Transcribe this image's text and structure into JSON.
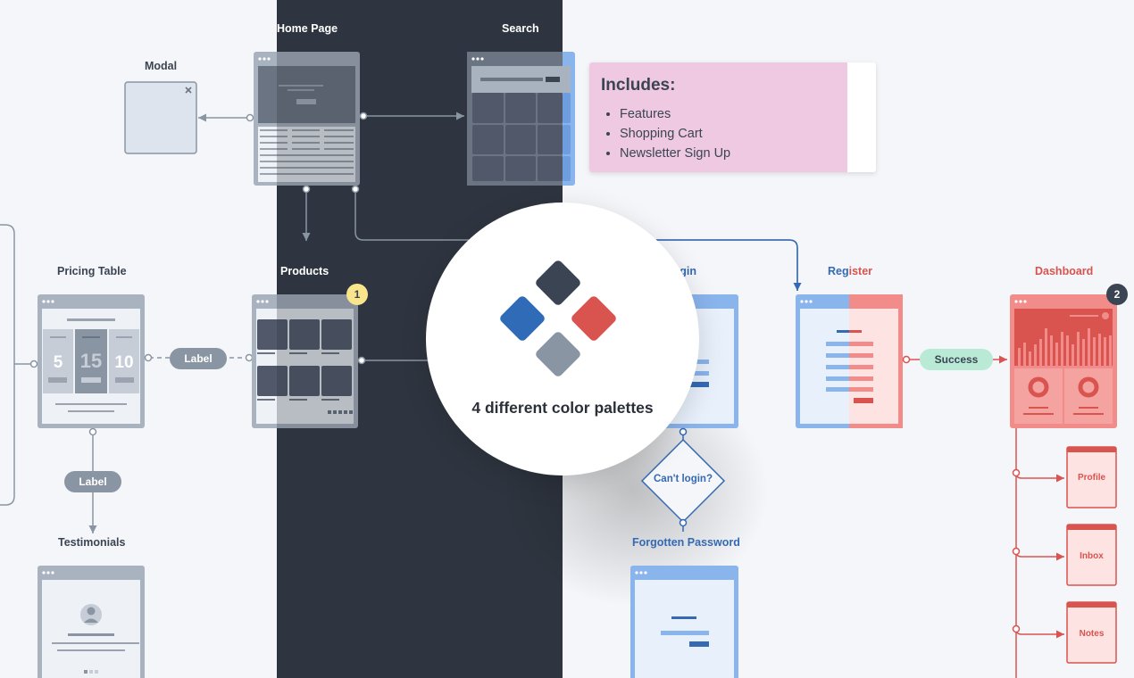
{
  "screens": {
    "modal": "Modal",
    "home_page": "Home Page",
    "search": "Search",
    "pricing_table": "Pricing Table",
    "products": "Products",
    "login": "Login",
    "register": "Register",
    "dashboard": "Dashboard",
    "testimonials": "Testimonials",
    "forgotten_password": "Forgotten Password",
    "profile": "Profile",
    "inbox": "Inbox",
    "notes": "Notes"
  },
  "pricing": {
    "p1": "5",
    "p2": "15",
    "p3": "10"
  },
  "connectors": {
    "label_horizontal": "Label",
    "label_vertical": "Label",
    "success": "Success",
    "decision": "Can't login?"
  },
  "badges": {
    "one": "1",
    "two": "2"
  },
  "note": {
    "title": "Includes:",
    "items": [
      "Features",
      "Shopping Cart",
      "Newsletter Sign Up"
    ]
  },
  "callout": {
    "text": "4 different color palettes"
  },
  "colors": {
    "dark_panel": "#2f3540",
    "gray": "#8a95a3",
    "blue": "#3569b3",
    "red": "#d9534f",
    "note_bg": "#efc9e2",
    "success_bg": "#b9ead6"
  }
}
